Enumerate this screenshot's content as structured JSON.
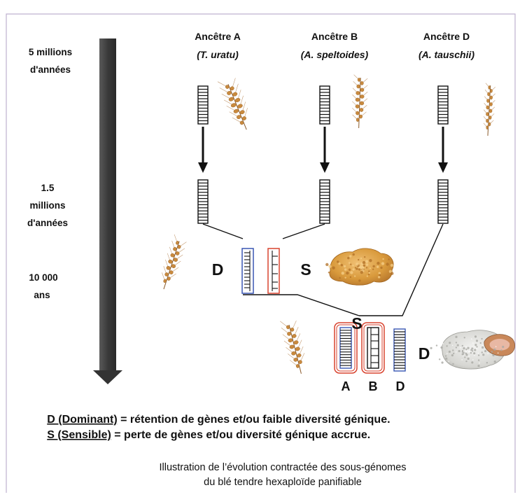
{
  "timeline": {
    "labels": [
      {
        "line1": "5 millions",
        "line2": "d'années"
      },
      {
        "line1": "1.5",
        "line2": "millions",
        "line3": "d'années"
      },
      {
        "line1": "10 000",
        "line2": "ans"
      }
    ]
  },
  "ancestors": [
    {
      "title": "Ancêtre A",
      "species": "(T. uratu)"
    },
    {
      "title": "Ancêtre B",
      "species": "(A. speltoides)"
    },
    {
      "title": "Ancêtre D",
      "species": "(A. tauschii)"
    }
  ],
  "tetraploid": {
    "left_label": "D",
    "right_label": "S"
  },
  "hexaploid": {
    "merge_label": "S",
    "chromosomes": [
      "A",
      "B",
      "D"
    ],
    "dominant_label": "D"
  },
  "legend": {
    "d_key": "D (Dominant)",
    "d_rest": " = rétention de gènes et/ou faible diversité génique.",
    "s_key": "S (Sensible)",
    "s_rest": " = perte de gènes et/ou diversité génique accrue."
  },
  "caption": {
    "line1": "Illustration de l’évolution contractée des sous-génomes",
    "line2": "du blé tendre hexaploïde panifiable"
  },
  "colors": {
    "frame": "#bfb0cf",
    "timeline_arrow": "#3a3a3a",
    "subgenome_blue": "#3a57b3",
    "subgenome_red": "#d9432f",
    "ink": "#111111",
    "grain": "#c98a3e",
    "awn": "#b98a5a",
    "bread": "#d99a3c",
    "flour": "#d9d9d6"
  }
}
